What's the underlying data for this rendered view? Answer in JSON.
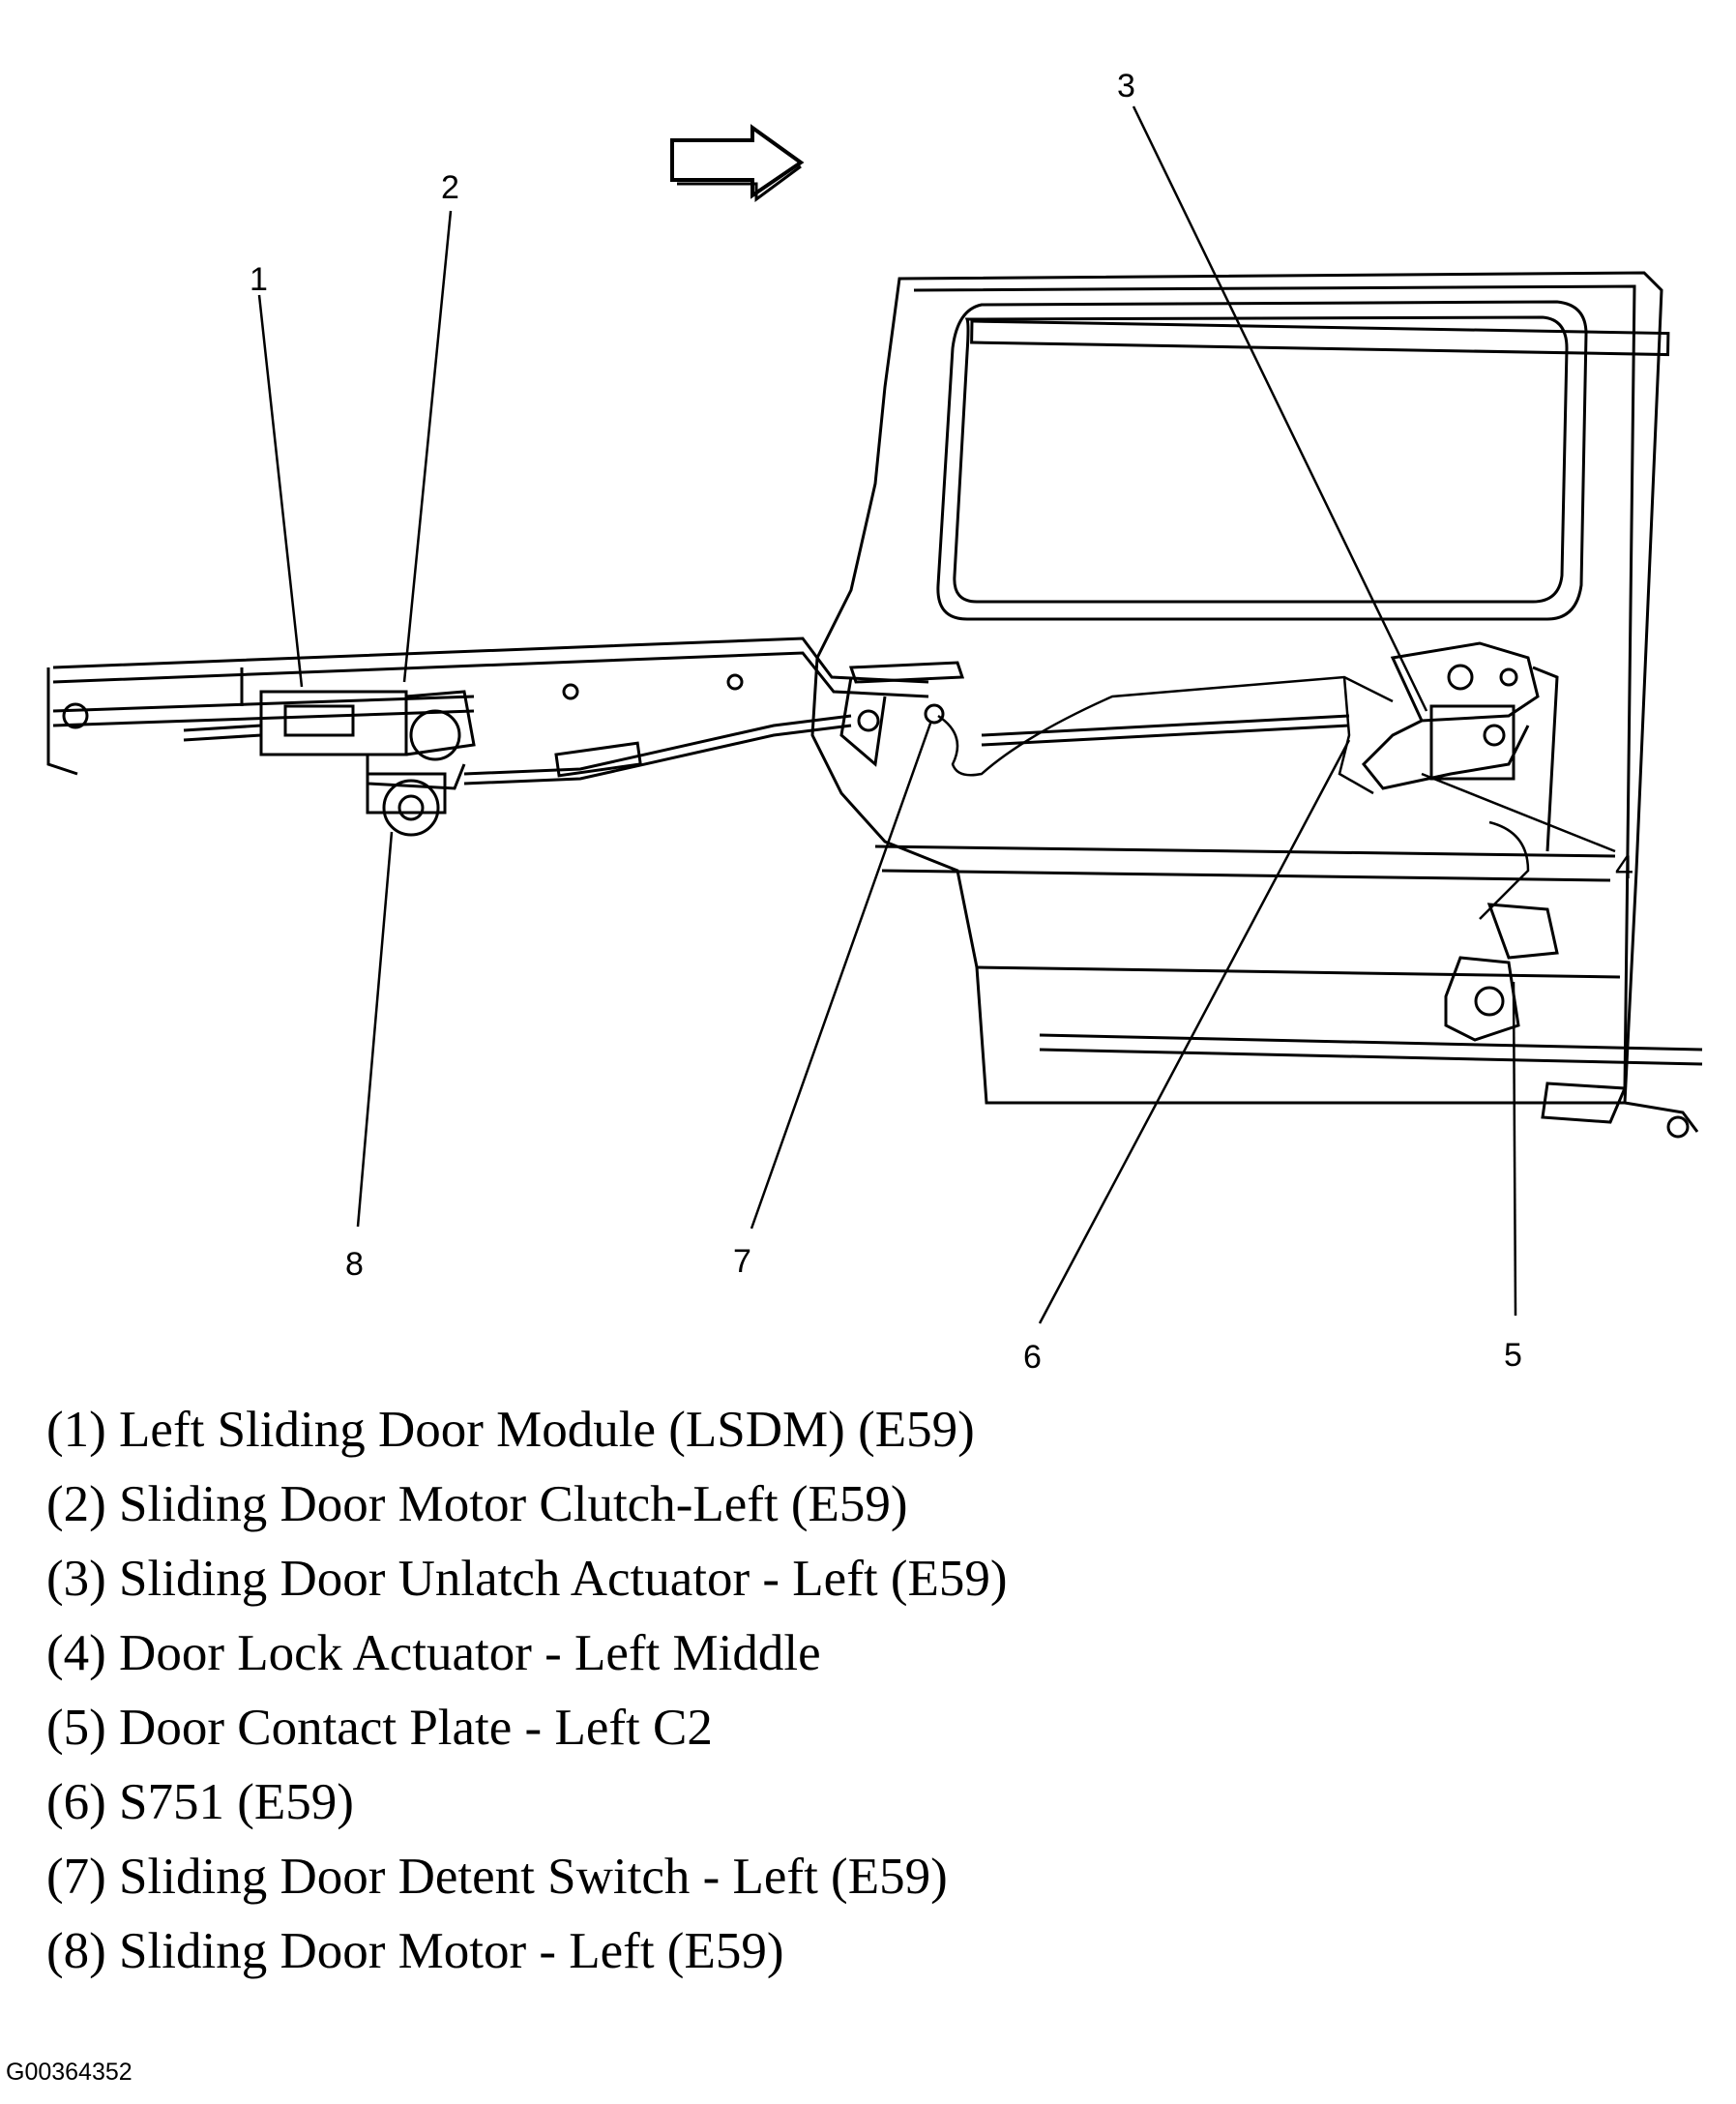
{
  "diagram": {
    "callouts": [
      "1",
      "2",
      "3",
      "4",
      "5",
      "6",
      "7",
      "8"
    ],
    "icons": [
      "direction-arrow-icon"
    ]
  },
  "legend": [
    "(1) Left Sliding Door Module (LSDM) (E59)",
    "(2) Sliding Door Motor Clutch-Left (E59)",
    "(3) Sliding Door Unlatch Actuator - Left (E59)",
    "(4) Door Lock Actuator - Left Middle",
    "(5) Door Contact Plate - Left C2",
    "(6) S751 (E59)",
    "(7) Sliding Door Detent Switch - Left (E59)",
    "(8) Sliding Door Motor - Left (E59)"
  ],
  "figure_id": "G00364352"
}
